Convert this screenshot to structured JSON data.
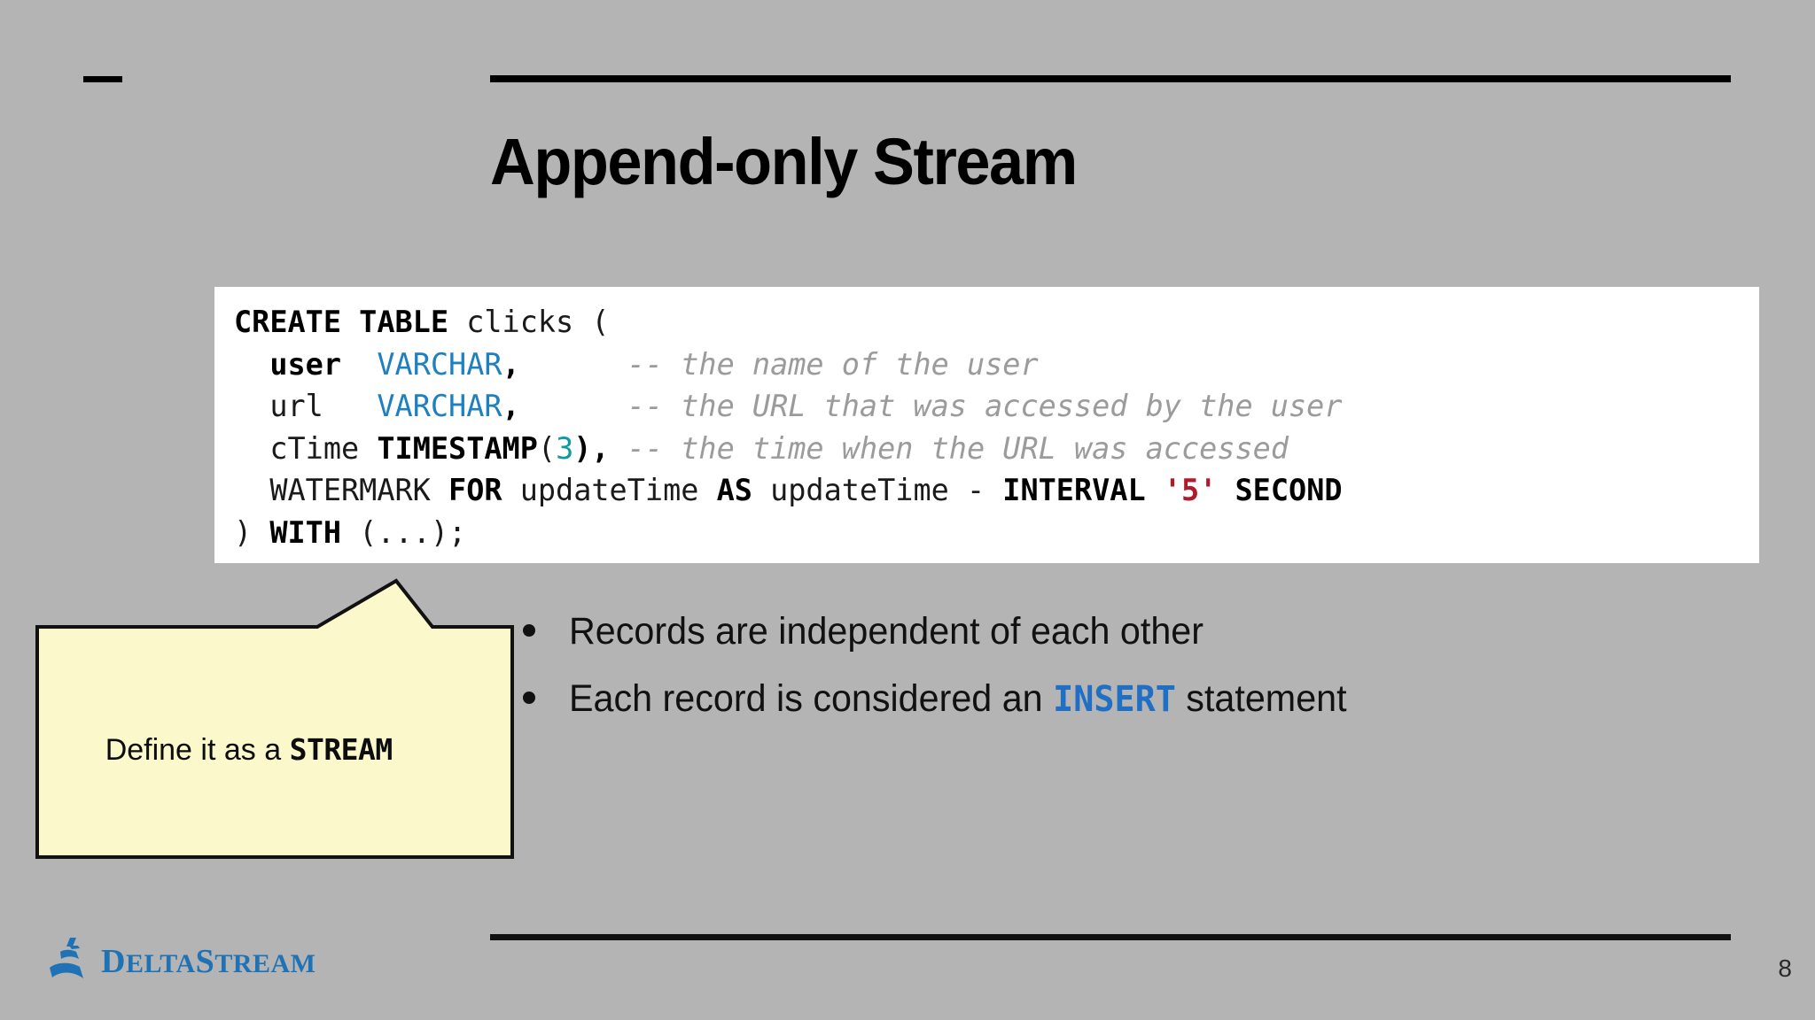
{
  "slide": {
    "title": "Append-only Stream",
    "page_number": "8",
    "background_color": "#b4b4b4",
    "rule_color": "#000000"
  },
  "code_block": {
    "background_color": "#ffffff",
    "language": "sql",
    "colors": {
      "keyword": "#000000",
      "type": "#1f80c0",
      "number": "#0e9aa0",
      "string": "#b21a2a",
      "comment": "#9b9b9b",
      "plain": "#1a1a1a"
    },
    "lines": [
      {
        "tokens": [
          {
            "text": "CREATE TABLE",
            "style": "kw"
          },
          {
            "text": " clicks (",
            "style": "plain"
          }
        ]
      },
      {
        "tokens": [
          {
            "text": "  ",
            "style": "plain"
          },
          {
            "text": "user",
            "style": "kw"
          },
          {
            "text": "  ",
            "style": "plain"
          },
          {
            "text": "VARCHAR",
            "style": "type"
          },
          {
            "text": ",",
            "style": "kw"
          },
          {
            "text": "      ",
            "style": "plain"
          },
          {
            "text": "-- the name of the user",
            "style": "cmt"
          }
        ]
      },
      {
        "tokens": [
          {
            "text": "  url",
            "style": "plain"
          },
          {
            "text": "   ",
            "style": "plain"
          },
          {
            "text": "VARCHAR",
            "style": "type"
          },
          {
            "text": ",",
            "style": "kw"
          },
          {
            "text": "      ",
            "style": "plain"
          },
          {
            "text": "-- the URL that was accessed by the user",
            "style": "cmt"
          }
        ]
      },
      {
        "tokens": [
          {
            "text": "  cTime ",
            "style": "plain"
          },
          {
            "text": "TIMESTAMP",
            "style": "kw"
          },
          {
            "text": "(",
            "style": "plain"
          },
          {
            "text": "3",
            "style": "num"
          },
          {
            "text": "),",
            "style": "kw"
          },
          {
            "text": " ",
            "style": "plain"
          },
          {
            "text": "-- the time when the URL was accessed",
            "style": "cmt"
          }
        ]
      },
      {
        "tokens": [
          {
            "text": "  WATERMARK ",
            "style": "plain"
          },
          {
            "text": "FOR",
            "style": "kw"
          },
          {
            "text": " updateTime ",
            "style": "plain"
          },
          {
            "text": "AS",
            "style": "kw"
          },
          {
            "text": " updateTime - ",
            "style": "plain"
          },
          {
            "text": "INTERVAL",
            "style": "kw"
          },
          {
            "text": " ",
            "style": "plain"
          },
          {
            "text": "'5'",
            "style": "str"
          },
          {
            "text": " ",
            "style": "plain"
          },
          {
            "text": "SECOND",
            "style": "kw"
          }
        ]
      },
      {
        "tokens": [
          {
            "text": ") ",
            "style": "plain"
          },
          {
            "text": "WITH",
            "style": "kw"
          },
          {
            "text": " (...);",
            "style": "plain"
          }
        ]
      }
    ]
  },
  "callout": {
    "fill_color": "#fbf8cc",
    "border_color": "#111111",
    "text_prefix": "Define it as a ",
    "text_emphasis": "STREAM"
  },
  "bullets": [
    {
      "segments": [
        {
          "text": "Records are independent of each other",
          "style": "plain"
        }
      ]
    },
    {
      "segments": [
        {
          "text": "Each record is considered an ",
          "style": "plain"
        },
        {
          "text": "INSERT",
          "style": "kwblue"
        },
        {
          "text": " statement",
          "style": "plain"
        }
      ]
    }
  ],
  "footer": {
    "logo_text_parts": [
      {
        "text": "D",
        "cap": true
      },
      {
        "text": "ELTA",
        "cap": false
      },
      {
        "text": "S",
        "cap": true
      },
      {
        "text": "TREAM",
        "cap": false
      }
    ],
    "logo_color": "#1f72b5",
    "logo_name": "DeltaStream"
  }
}
